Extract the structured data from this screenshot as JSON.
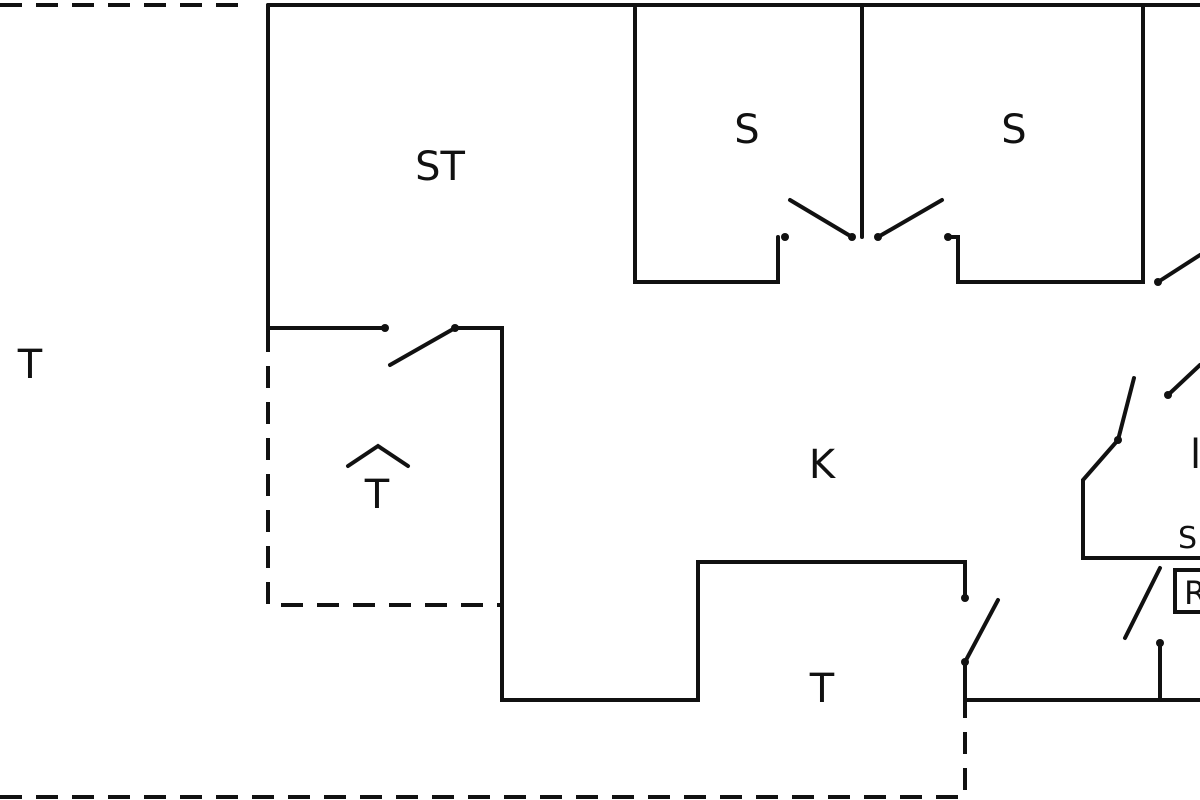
{
  "plan": {
    "rooms": {
      "storage": "ST",
      "sleep_1": "S",
      "sleep_2": "S",
      "terrace_left": "T",
      "covered_terrace": "T",
      "kitchen": "K",
      "terrace_bottom": "T",
      "right_room_partial": "l",
      "right_small_partial": "S.",
      "right_box_partial": "R"
    }
  }
}
